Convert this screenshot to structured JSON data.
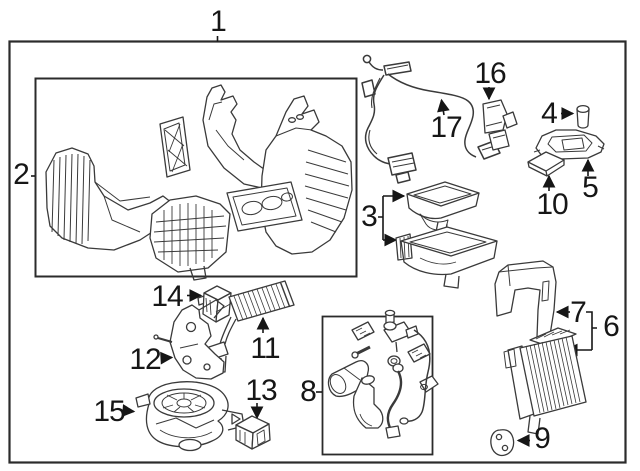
{
  "diagram": {
    "callouts": [
      {
        "number": "1"
      },
      {
        "number": "2"
      },
      {
        "number": "3"
      },
      {
        "number": "4"
      },
      {
        "number": "5"
      },
      {
        "number": "6"
      },
      {
        "number": "7"
      },
      {
        "number": "8"
      },
      {
        "number": "9"
      },
      {
        "number": "10"
      },
      {
        "number": "11"
      },
      {
        "number": "12"
      },
      {
        "number": "13"
      },
      {
        "number": "14"
      },
      {
        "number": "15"
      },
      {
        "number": "16"
      },
      {
        "number": "17"
      }
    ]
  },
  "colors": {
    "background": "#ffffff",
    "artwork_line": "#3a3a3a",
    "box_border": "#2b2b2b",
    "label_text": "#161616"
  }
}
